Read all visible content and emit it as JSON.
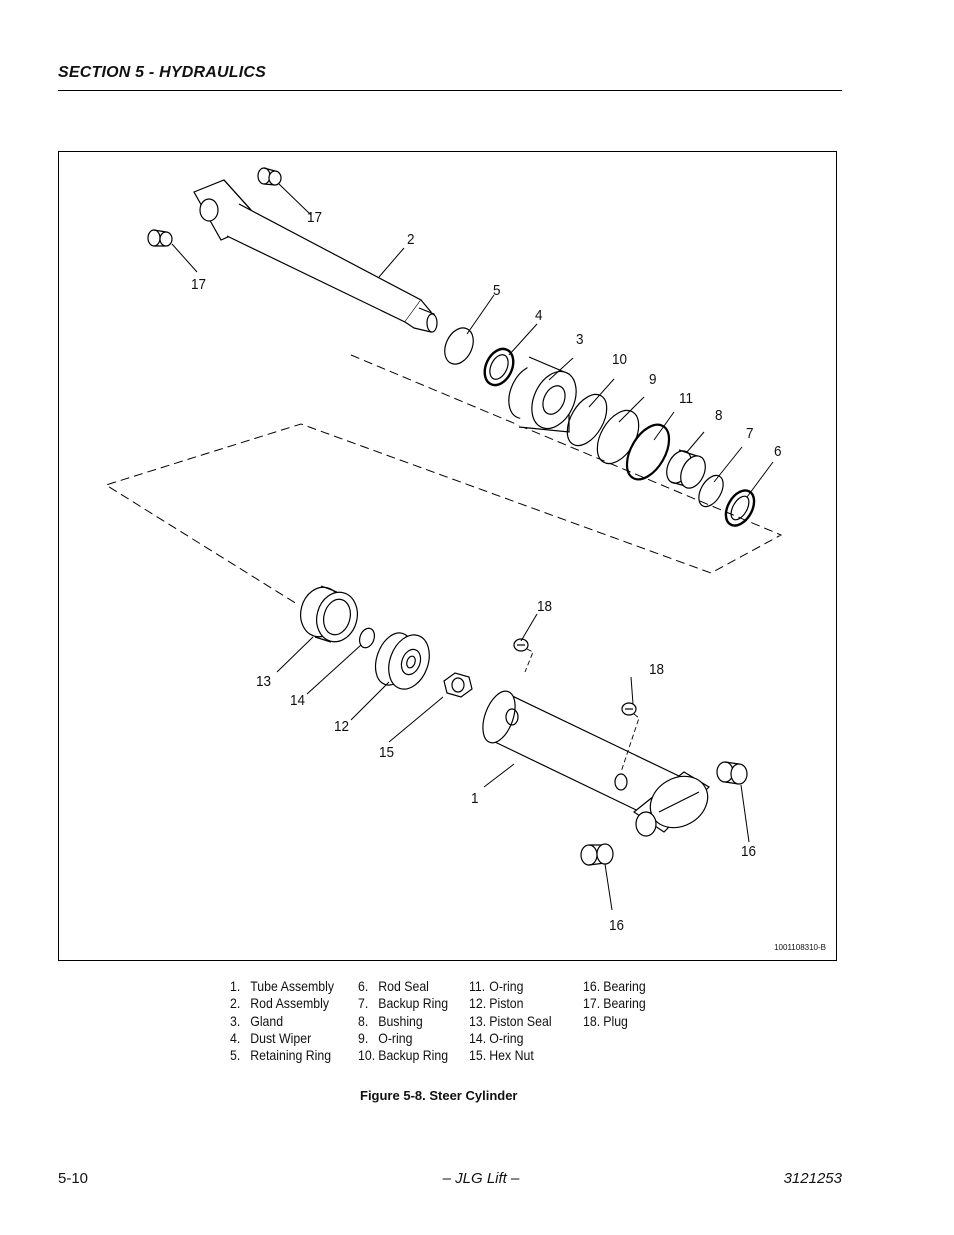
{
  "header": {
    "section_title": "SECTION 5 - HYDRAULICS"
  },
  "figure": {
    "drawing_number": "1001108310-B",
    "callouts": [
      "17",
      "17",
      "2",
      "5",
      "4",
      "3",
      "10",
      "9",
      "11",
      "8",
      "7",
      "6",
      "18",
      "18",
      "13",
      "14",
      "12",
      "15",
      "1",
      "16",
      "16"
    ]
  },
  "legend": {
    "columns": [
      [
        {
          "num": "1.",
          "label": "Tube Assembly"
        },
        {
          "num": "2.",
          "label": "Rod Assembly"
        },
        {
          "num": "3.",
          "label": "Gland"
        },
        {
          "num": "4.",
          "label": "Dust Wiper"
        },
        {
          "num": "5.",
          "label": "Retaining Ring"
        }
      ],
      [
        {
          "num": "6.",
          "label": "Rod Seal"
        },
        {
          "num": "7.",
          "label": "Backup Ring"
        },
        {
          "num": "8.",
          "label": "Bushing"
        },
        {
          "num": "9.",
          "label": "O-ring"
        },
        {
          "num": "10.",
          "label": "Backup Ring"
        }
      ],
      [
        {
          "num": "11.",
          "label": "O-ring"
        },
        {
          "num": "12.",
          "label": "Piston"
        },
        {
          "num": "13.",
          "label": "Piston Seal"
        },
        {
          "num": "14.",
          "label": "O-ring"
        },
        {
          "num": "15.",
          "label": "Hex Nut"
        }
      ],
      [
        {
          "num": "16.",
          "label": "Bearing"
        },
        {
          "num": "17.",
          "label": "Bearing"
        },
        {
          "num": "18.",
          "label": "Plug"
        }
      ]
    ]
  },
  "caption": "Figure 5-8.  Steer Cylinder",
  "footer": {
    "page_number": "5-10",
    "center": "– JLG Lift –",
    "doc_number": "3121253"
  }
}
